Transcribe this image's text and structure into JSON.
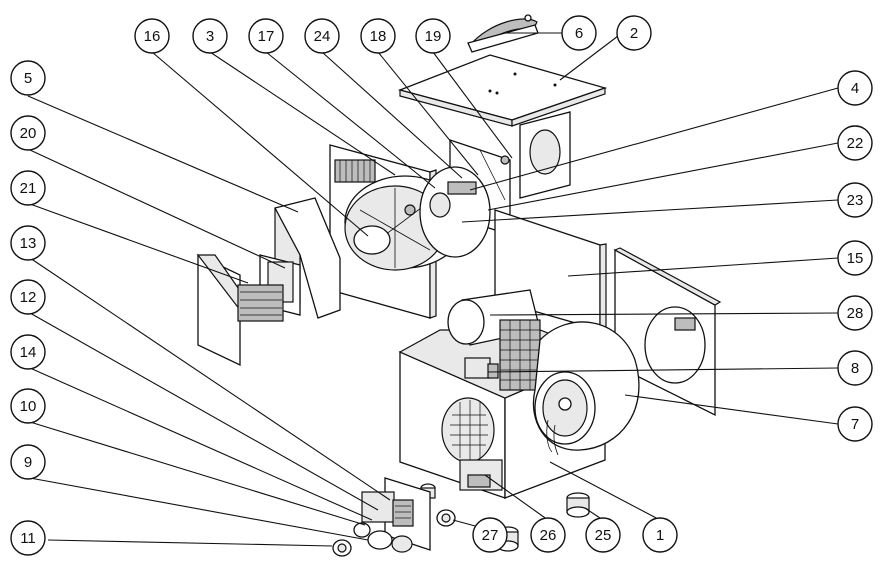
{
  "callouts": [
    {
      "label": "16"
    },
    {
      "label": "3"
    },
    {
      "label": "17"
    },
    {
      "label": "24"
    },
    {
      "label": "18"
    },
    {
      "label": "19"
    },
    {
      "label": "6"
    },
    {
      "label": "2"
    },
    {
      "label": "5"
    },
    {
      "label": "4"
    },
    {
      "label": "20"
    },
    {
      "label": "22"
    },
    {
      "label": "21"
    },
    {
      "label": "23"
    },
    {
      "label": "15"
    },
    {
      "label": "13"
    },
    {
      "label": "12"
    },
    {
      "label": "28"
    },
    {
      "label": "14"
    },
    {
      "label": "8"
    },
    {
      "label": "10"
    },
    {
      "label": "7"
    },
    {
      "label": "9"
    },
    {
      "label": "11"
    },
    {
      "label": "27"
    },
    {
      "label": "26"
    },
    {
      "label": "25"
    },
    {
      "label": "1"
    }
  ]
}
